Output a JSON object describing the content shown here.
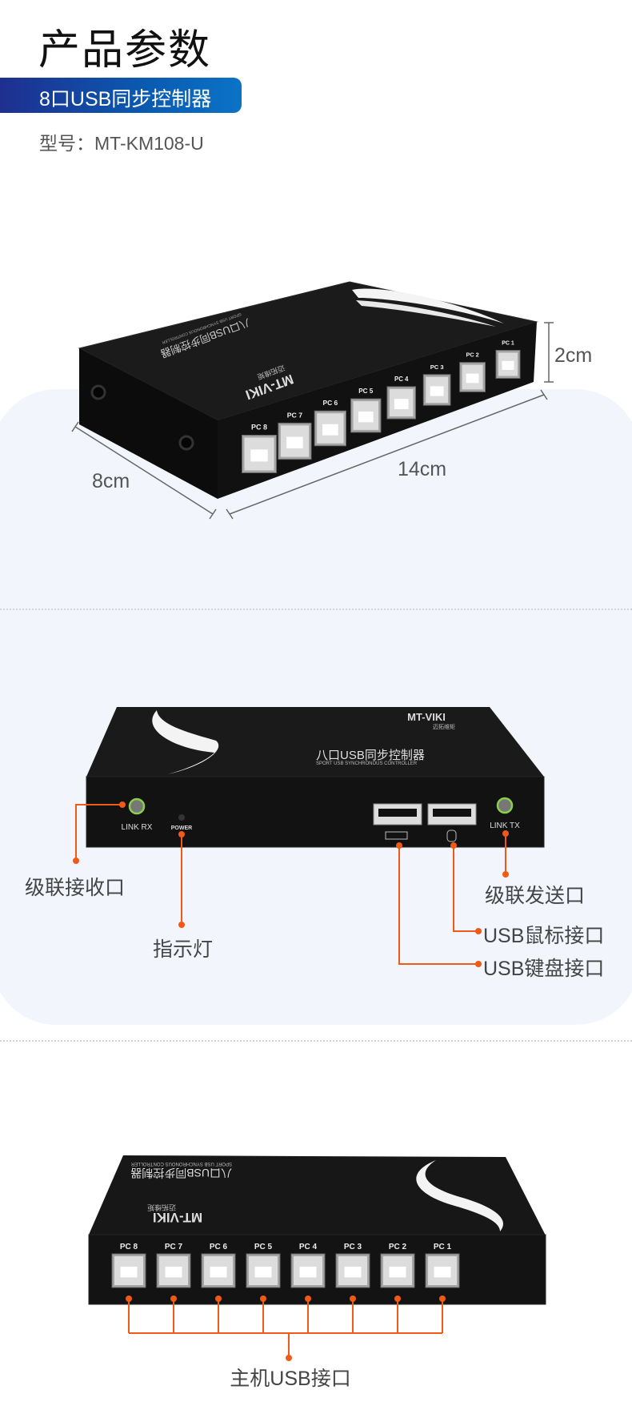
{
  "header": {
    "title": "产品参数",
    "product_name": "8口USB同步控制器",
    "model_label": "型号：",
    "model": "MT-KM108-U"
  },
  "device_top": {
    "brand": "MT-VIKI",
    "brand_cn": "迈拓维矩",
    "name": "八口USB同步控制器",
    "name_en": "SPORT USB SYNCHRONOUS CONTROLLER"
  },
  "dimensions": {
    "height": "2cm",
    "length": "14cm",
    "width": "8cm"
  },
  "ports": [
    "PC 8",
    "PC 7",
    "PC 6",
    "PC 5",
    "PC 4",
    "PC 3",
    "PC 2",
    "PC 1"
  ],
  "front_panel": {
    "link_rx": "LINK RX",
    "power": "POWER",
    "link_tx": "LINK TX"
  },
  "callouts": {
    "cascade_in": "级联接收口",
    "indicator": "指示灯",
    "cascade_out": "级联发送口",
    "usb_mouse": "USB鼠标接口",
    "usb_keyboard": "USB键盘接口",
    "host_usb": "主机USB接口"
  },
  "colors": {
    "accent_orange": "#f05a16",
    "brand_blue": "#0b5cb0",
    "panel_bg": "#f2f6fc",
    "device": "#141414"
  }
}
